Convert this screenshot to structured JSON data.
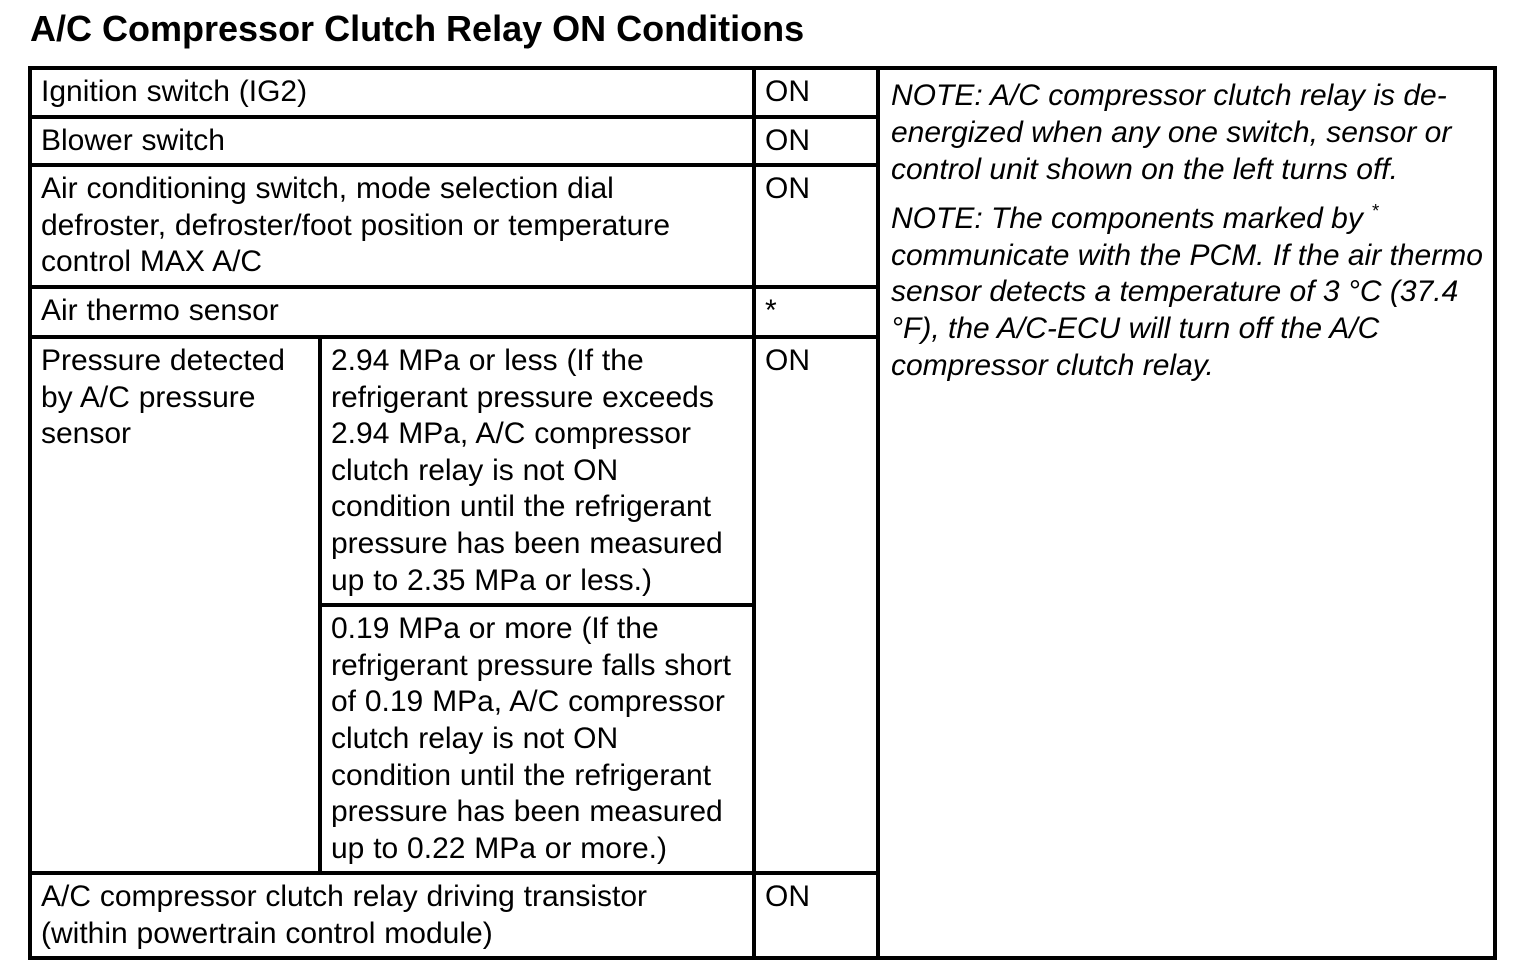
{
  "document": {
    "title": "A/C Compressor Clutch Relay ON Conditions"
  },
  "conditions_table": {
    "simple_rows_top": [
      {
        "label": "Ignition switch (IG2)",
        "value": "ON"
      },
      {
        "label": "Blower switch",
        "value": "ON"
      },
      {
        "label": "Air conditioning switch, mode selection dial defroster, defroster/foot position or temperature control MAX A/C",
        "value": "ON"
      },
      {
        "label": "Air thermo sensor",
        "value": "*"
      }
    ],
    "pressure_row": {
      "label": "Pressure detected by A/C pressure sensor",
      "value": "ON",
      "conditions": [
        "2.94 MPa or less (If the refrigerant pressure exceeds 2.94 MPa, A/C compressor clutch relay is not ON condition until the refrigerant pressure has been measured up to 2.35 MPa or less.)",
        "0.19 MPa or more (If the refrigerant pressure falls short of 0.19 MPa, A/C compressor clutch relay is not ON condition until the refrigerant pressure has been measured up to 0.22 MPa or more.)"
      ]
    },
    "bottom_row": {
      "label": "A/C compressor clutch relay driving transistor (within powertrain control module)",
      "value": "ON"
    }
  },
  "notes": {
    "note1": "NOTE: A/C compressor clutch relay is de-energized when any one switch, sensor or control unit shown on the left turns off.",
    "note2_prefix": "NOTE:  The components marked by ",
    "note2_marker": "*",
    "note2_suffix": " communicate with the PCM. If the air thermo sensor detects a temperature of 3 °C (37.4 °F), the A/C-ECU will turn off the A/C compressor clutch relay."
  }
}
